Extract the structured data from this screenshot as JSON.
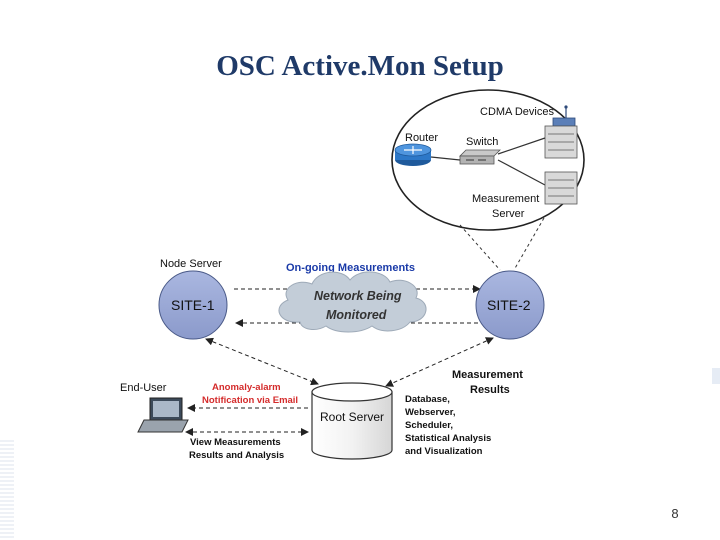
{
  "slide": {
    "title": "OSC Active.Mon Setup",
    "page_number": "8"
  },
  "site_detail": {
    "cdma_label": "CDMA Devices",
    "router_label": "Router",
    "switch_label": "Switch",
    "measurement_server_line1": "Measurement",
    "measurement_server_line2": "Server"
  },
  "network": {
    "node_server_label": "Node Server",
    "ongoing_label": "On-going Measurements",
    "site1_label": "SITE-1",
    "site2_label": "SITE-2",
    "cloud_line1": "Network Being",
    "cloud_line2": "Monitored"
  },
  "root": {
    "root_server_label": "Root Server",
    "measurement_results_line1": "Measurement",
    "measurement_results_line2": "Results",
    "db_lines": [
      "Database,",
      "Webserver,",
      "Scheduler,",
      "Statistical Analysis",
      "and Visualization"
    ]
  },
  "end_user": {
    "label": "End-User",
    "alarm_line1": "Anomaly-alarm",
    "alarm_line2": "Notification via Email",
    "view_line1": "View Measurements",
    "view_line2": "Results and Analysis"
  },
  "colors": {
    "title": "#1f3a68",
    "site_fill": "#9aa9d6",
    "cloud_fill": "#c3cdd8",
    "ongoing_text": "#1a3aa8",
    "alarm_text": "#d42b2b",
    "router_fill": "#2d78c8"
  }
}
